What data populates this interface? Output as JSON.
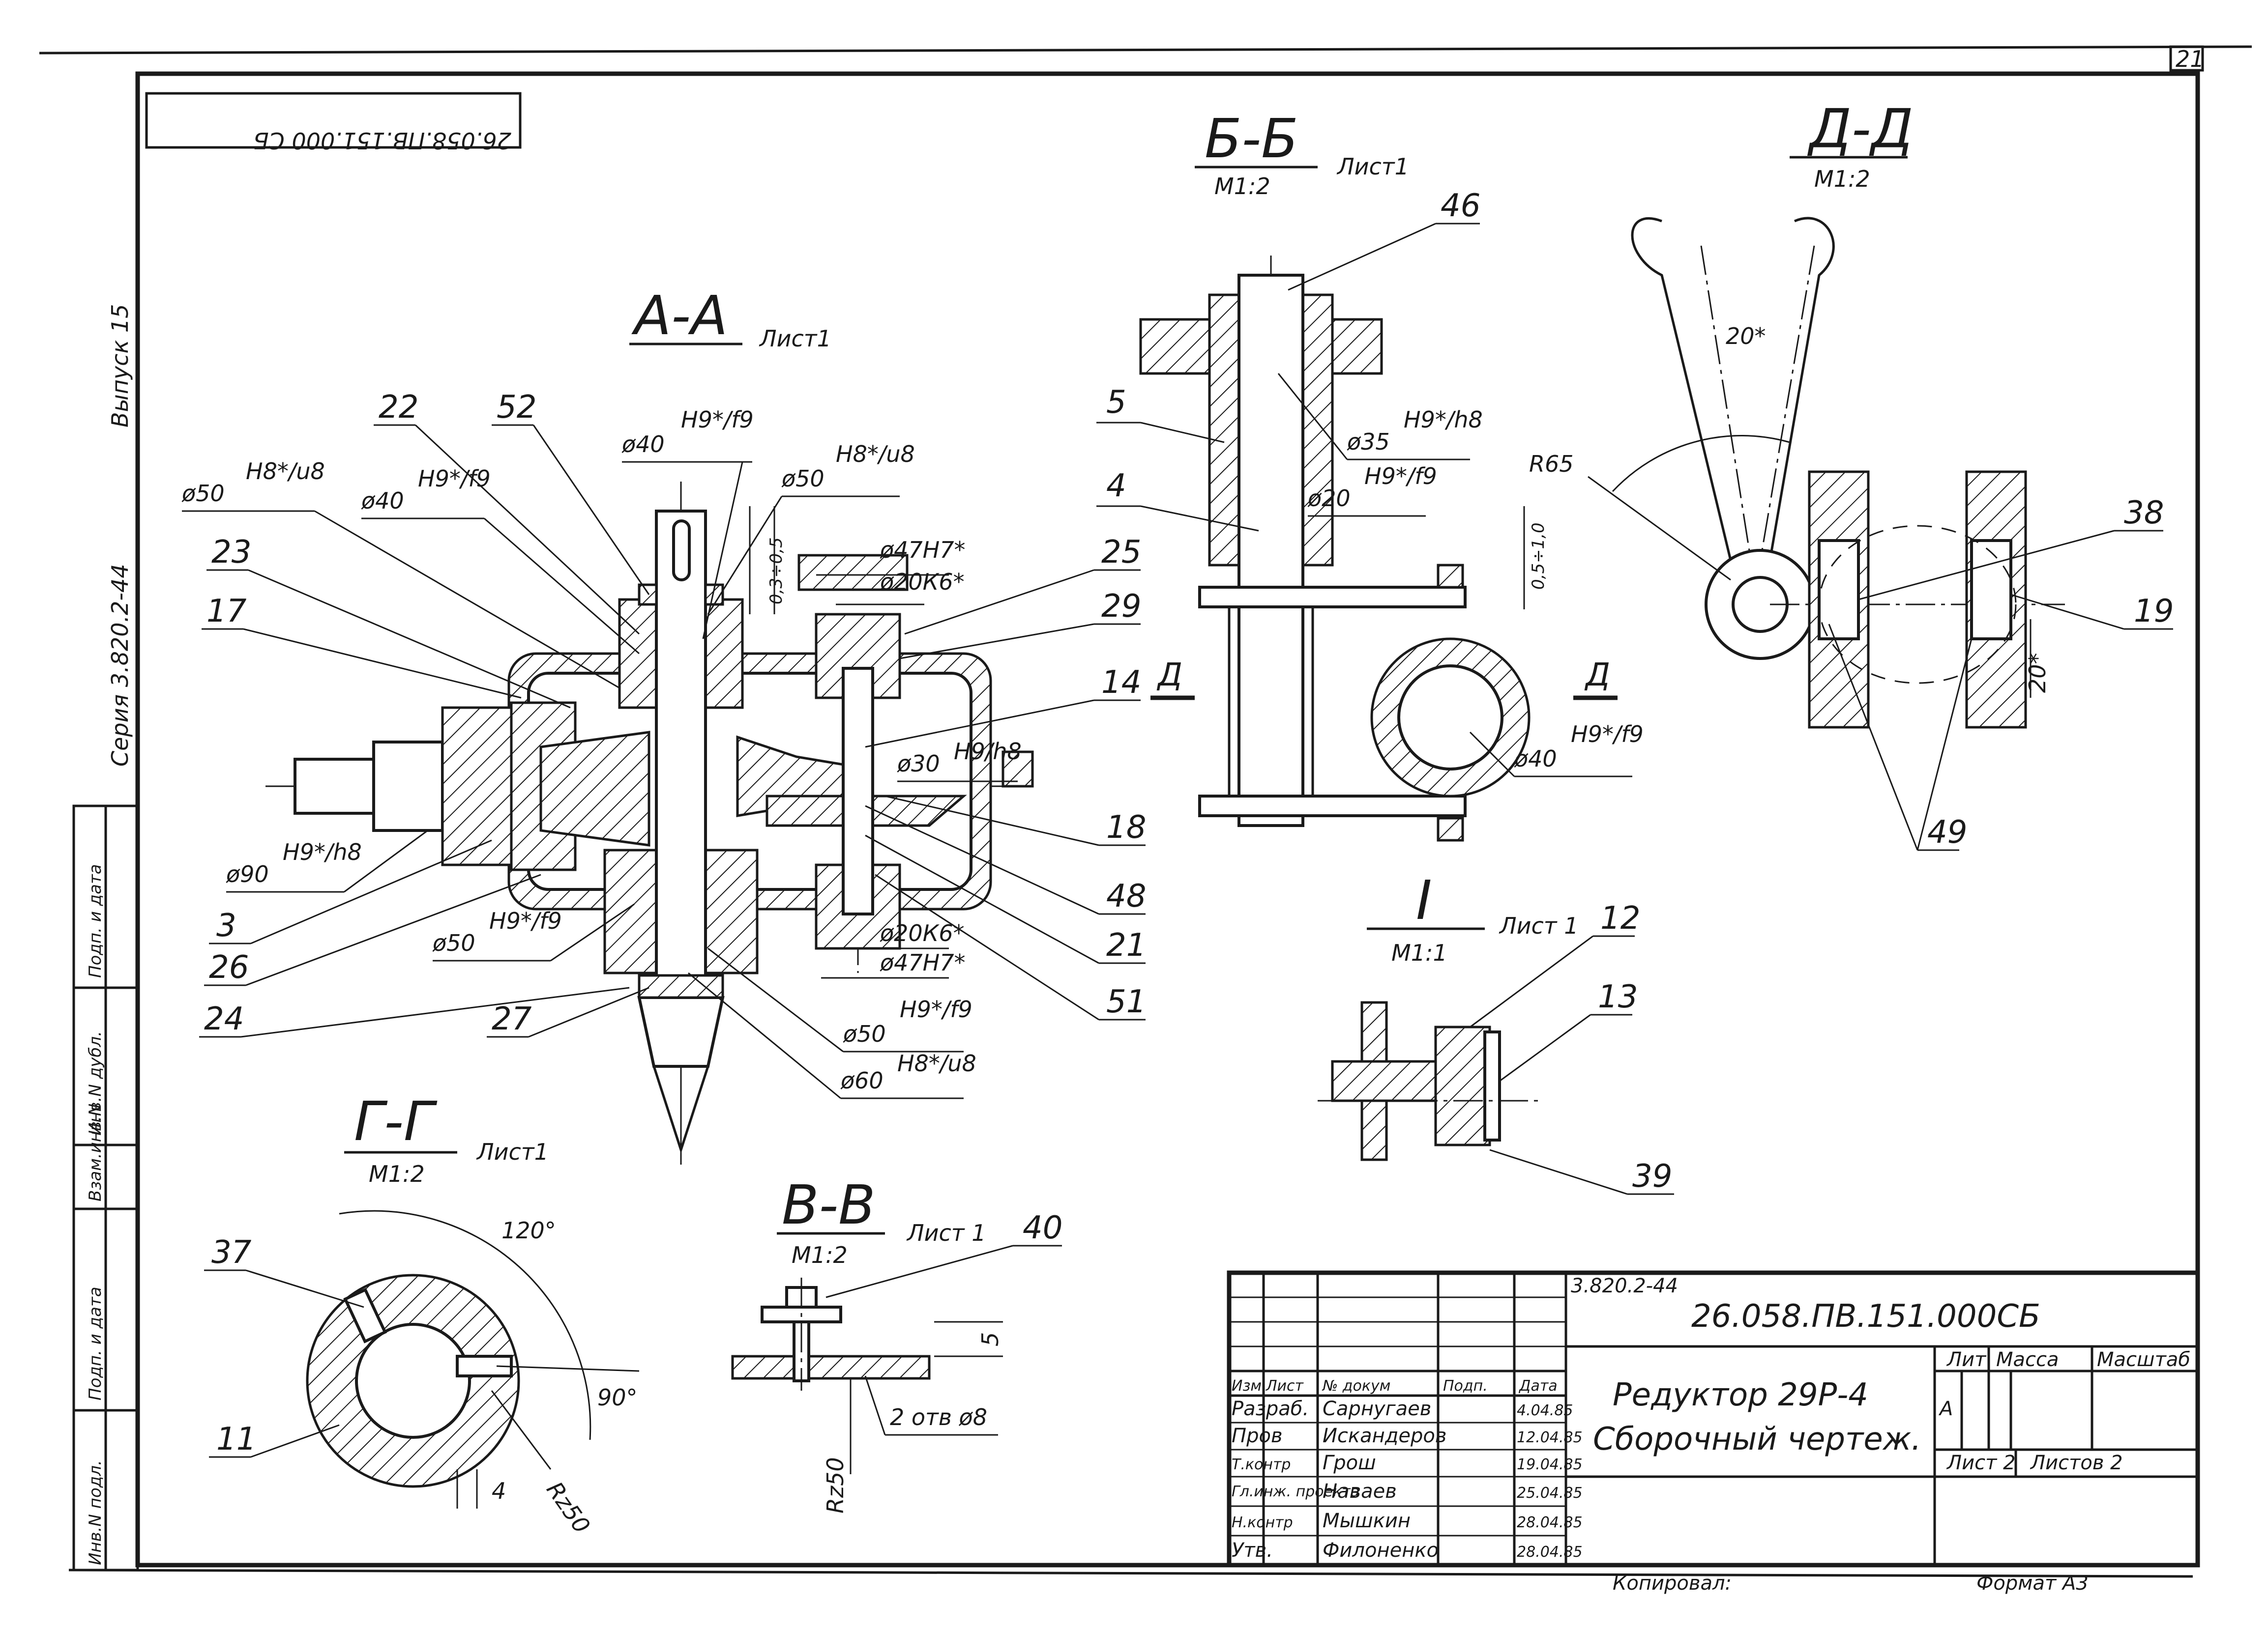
{
  "sheet": {
    "page_number": "21",
    "stamp_rotated": "26.058.ПВ.151.000 СБ"
  },
  "left_strip": {
    "vypusk": "Выпуск 15",
    "seriya": "Серия 3.820.2-44",
    "fields": [
      "Инв.N подл.",
      "Подп. и дата",
      "Взам.инв.N",
      "Инв.N дубл.",
      "Подп. и дата"
    ]
  },
  "views": {
    "a_a": {
      "title": "А-А",
      "sheet_ref": "Лист1"
    },
    "b_b": {
      "title": "Б-Б",
      "scale": "М1:2",
      "sheet_ref": "Лист1"
    },
    "d_d": {
      "title": "Д-Д",
      "scale": "М1:2"
    },
    "g_g": {
      "title": "Г-Г",
      "scale": "М1:2",
      "sheet_ref": "Лист1"
    },
    "v_v": {
      "title": "В-В",
      "scale": "М1:2",
      "sheet_ref": "Лист 1"
    },
    "i": {
      "title": "I",
      "scale": "М1:1",
      "sheet_ref": "Лист 1"
    }
  },
  "callouts": {
    "c22": "22",
    "c52": "52",
    "c23": "23",
    "c17": "17",
    "c25": "25",
    "c29": "29",
    "c14": "14",
    "c18": "18",
    "c48": "48",
    "c21": "21",
    "c51": "51",
    "c3": "3",
    "c26": "26",
    "c24": "24",
    "c27": "27",
    "c46": "46",
    "c5": "5",
    "c4": "4",
    "c38": "38",
    "c19": "19",
    "c49": "49",
    "c12": "12",
    "c13": "13",
    "c39": "39",
    "c37": "37",
    "c11": "11",
    "c40": "40"
  },
  "dimensions": {
    "d50_h8_u8_left": "ø50",
    "d50_h8_u8_left_fit": "H8*/u8",
    "d40_h9_f9_a": "ø40",
    "d40_h9_f9_a_fit": "H9*/f9",
    "d40_h9_f9_top": "ø40",
    "d40_h9_f9_top_fit": "H9*/f9",
    "d50_h8_u8_right": "ø50",
    "d50_h8_u8_right_fit": "H8*/u8",
    "d03": "0,3÷0,5",
    "d47_h7_top": "ø47H7*",
    "d20_k6_top": "ø20К6*",
    "d30_h8": "ø30",
    "d30_h8_fit": "H9/h8",
    "d90_h9_h8": "ø90",
    "d90_h9_h8_fit": "H9*/h8",
    "d50_h9_f9_bottom": "ø50",
    "d50_h9_f9_bottom_fit": "H9*/f9",
    "d20_k6_bottom": "ø20К6*",
    "d47_h7_bottom": "ø47H7*",
    "d50_h9_f9_low": "ø50",
    "d50_h9_f9_low_fit": "H9*/f9",
    "d60_h8_u8": "ø60",
    "d60_h8_u8_fit": "H8*/u8",
    "d35_h9_h8": "ø35",
    "d35_h9_h8_fit": "H9*/h8",
    "d20_h9_f9": "ø20",
    "d20_h9_f9_fit": "H9*/f9",
    "d05_10": "0,5÷1,0",
    "d40_h9_f9_bb": "ø40",
    "d40_h9_f9_bb_fit": "H9*/f9",
    "r65": "R65",
    "a20_top": "20*",
    "a20_side": "20*",
    "ang120": "120°",
    "ang90": "90°",
    "rz50_gg": "Rz50",
    "dim4": "4",
    "dim5": "5",
    "holes": "2 отв ø8",
    "rz50_vv": "Rz50",
    "section_d_left": "Д",
    "section_d_right": "Д"
  },
  "title_block": {
    "series_code": "3.820.2-44",
    "doc_number": "26.058.ПВ.151.000СБ",
    "product_name": "Редуктор 29Р-4",
    "doc_type": "Сборочный чертеж.",
    "header": {
      "izm": "Изм",
      "list": "Лист",
      "n_dokum": "№ докум",
      "podp": "Подп.",
      "data": "Дата"
    },
    "roles": [
      {
        "role": "Разраб.",
        "name": "Сарнугаев",
        "date": "4.04.85"
      },
      {
        "role": "Пров",
        "name": "Искандеров",
        "date": "12.04.85"
      },
      {
        "role": "Т.контр",
        "name": "Грош",
        "date": "19.04.85"
      },
      {
        "role": "Гл.инж. проекта",
        "name": "Наваев",
        "date": "25.04.85"
      },
      {
        "role": "Н.контр",
        "name": "Мышкин",
        "date": "28.04.85"
      },
      {
        "role": "Утв.",
        "name": "Филоненко",
        "date": "28.04.85"
      }
    ],
    "lit": "Лит",
    "massa": "Масса",
    "masshtab": "Масштаб",
    "lit_value": "А",
    "sheet": "Лист 2",
    "sheets": "Листов 2"
  },
  "footer": {
    "copied": "Копировал:",
    "format": "Формат А3"
  }
}
